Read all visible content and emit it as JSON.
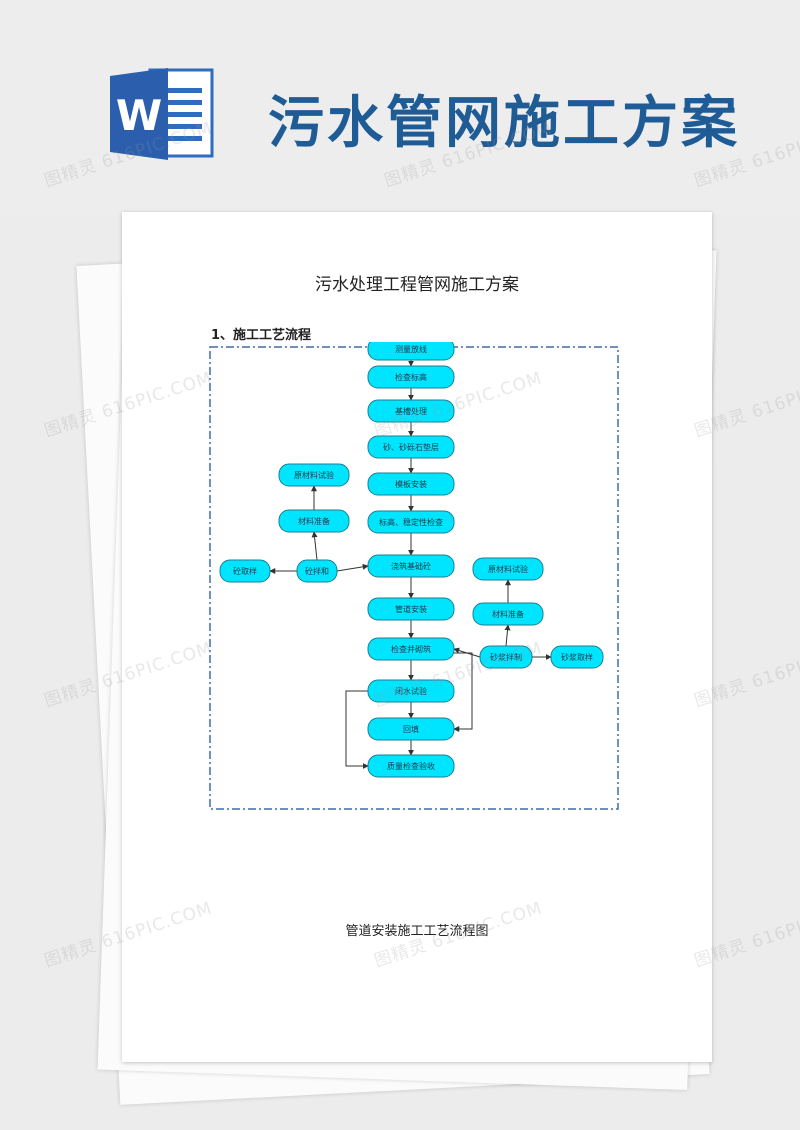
{
  "banner": {
    "title": "污水管网施工方案",
    "icon": "word-document-icon",
    "accent": "#1f5c96"
  },
  "document": {
    "title": "污水处理工程管网施工方案",
    "section_heading": "1、施工工艺流程",
    "caption": "管道安装施工工艺流程图"
  },
  "flowchart": {
    "box_color": "#00e5ff",
    "main": [
      "测量放线",
      "检查标高",
      "基槽处理",
      "砂、砂砾石垫层",
      "模板安装",
      "标高、稳定性检查",
      "浇筑基础砼",
      "管道安装",
      "检查井砌筑",
      "闭水试验",
      "回填",
      "质量检查验收"
    ],
    "left": [
      "原材料试验",
      "材料准备",
      "砼拌和",
      "砼取样"
    ],
    "right": [
      "原材料试验",
      "材料准备",
      "砂浆拌制",
      "砂浆取样"
    ]
  },
  "watermark": {
    "text": "图精灵 616PIC.COM"
  }
}
